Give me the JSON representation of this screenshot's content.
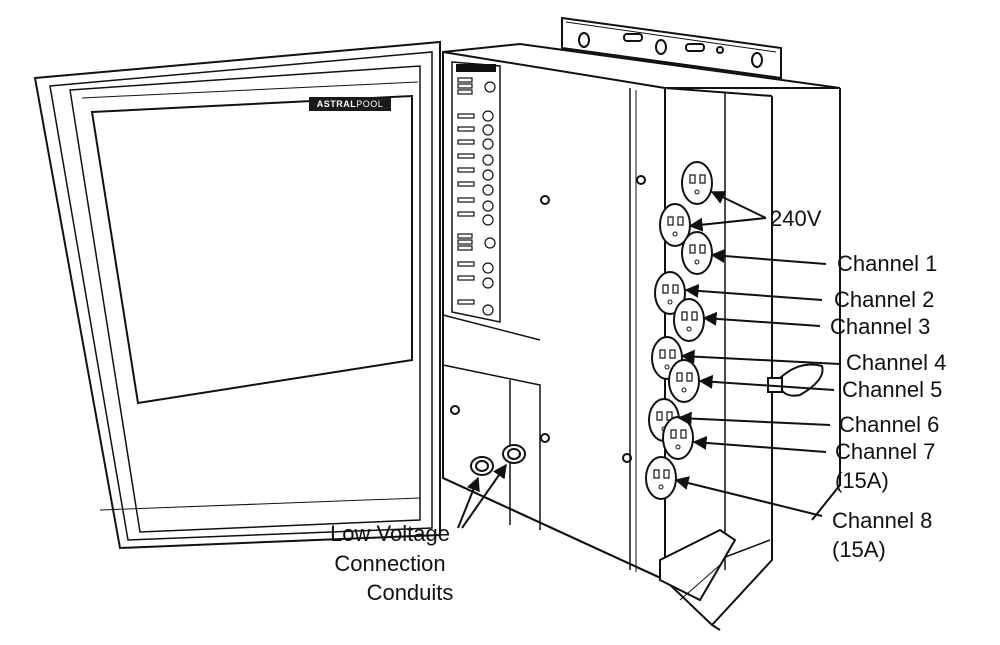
{
  "brand": {
    "name_bold": "ASTRAL",
    "name_light": "POOL"
  },
  "callouts": {
    "v240": "240V",
    "channel1": "Channel 1",
    "channel2": "Channel 2",
    "channel3": "Channel 3",
    "channel4": "Channel 4",
    "channel5": "Channel 5",
    "channel6": "Channel 6",
    "channel7": "Channel 7",
    "channel7_rating": "(15A)",
    "channel8": "Channel 8",
    "channel8_rating": "(15A)",
    "conduits_line1": "Low Voltage",
    "conduits_line2": "Connection",
    "conduits_line3": "Conduits"
  },
  "colors": {
    "ink": "#111111",
    "paper": "#ffffff"
  }
}
